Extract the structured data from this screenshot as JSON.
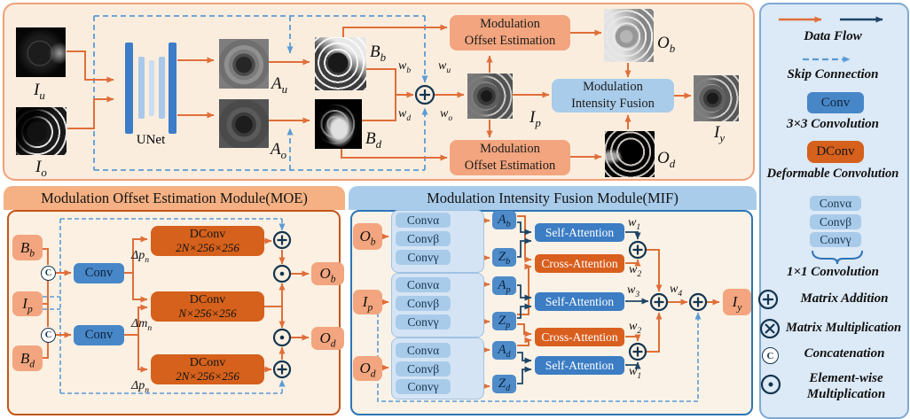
{
  "top": {
    "unet": "UNet",
    "images": {
      "iu": "I_u",
      "io": "I_o",
      "au": "A_u",
      "ao": "A_o",
      "bb": "B_b",
      "bd": "B_d",
      "ip": "I_p",
      "ob": "O_b",
      "od": "O_d",
      "iy": "I_y"
    },
    "weights": {
      "wb": "w_b",
      "wd": "w_d",
      "wu": "w_u",
      "wo": "w_o"
    },
    "moe_box": {
      "line1": "Modulation",
      "line2": "Offset Estimation"
    },
    "mif_box": {
      "line1": "Modulation",
      "line2": "Intensity Fusion"
    }
  },
  "moe": {
    "title": "Modulation Offset Estimation Module(MOE)",
    "inputs": {
      "bb": "B_b",
      "ip": "I_p",
      "bd": "B_d"
    },
    "conv": "Conv",
    "dconvs": [
      {
        "label": "DConv",
        "dims": "2N×256×256"
      },
      {
        "label": "DConv",
        "dims": "N×256×256"
      },
      {
        "label": "DConv",
        "dims": "2N×256×256"
      }
    ],
    "deltas": {
      "dp": "Δp_n",
      "dm": "Δm_n"
    },
    "outputs": {
      "ob": "O_b",
      "od": "O_d"
    }
  },
  "mif": {
    "title": "Modulation Intensity Fusion Module(MIF)",
    "inputs": {
      "ob": "O_b",
      "ip": "I_p",
      "od": "O_d"
    },
    "convs": {
      "alpha": "Convα",
      "beta": "Convβ",
      "gamma": "Convγ"
    },
    "feats": {
      "ab": "A_b",
      "zb": "Z_b",
      "ap": "A_p",
      "zp": "Z_p",
      "ad": "A_d",
      "zd": "Z_d"
    },
    "attn": {
      "self": "Self-Attention",
      "cross": "Cross-Attention"
    },
    "weights": {
      "w1": "w_1",
      "w2": "w_2",
      "w3": "w_3",
      "w4": "w_4"
    },
    "output": "I_y"
  },
  "legend": {
    "data_flow": "Data Flow",
    "skip": "Skip Connection",
    "conv": "Conv",
    "conv_desc": "3×3 Convolution",
    "dconv": "DConv",
    "dconv_desc": "Deformable Convolution",
    "convs": {
      "alpha": "Convα",
      "beta": "Convβ",
      "gamma": "Convγ"
    },
    "conv1_desc": "1×1 Convolution",
    "add": "Matrix Addition",
    "mult": "Matrix Multiplication",
    "concat": "Concatenation",
    "elem1": "Element-wise",
    "elem2": "Multiplication"
  },
  "symbols": {
    "concat": "C"
  }
}
